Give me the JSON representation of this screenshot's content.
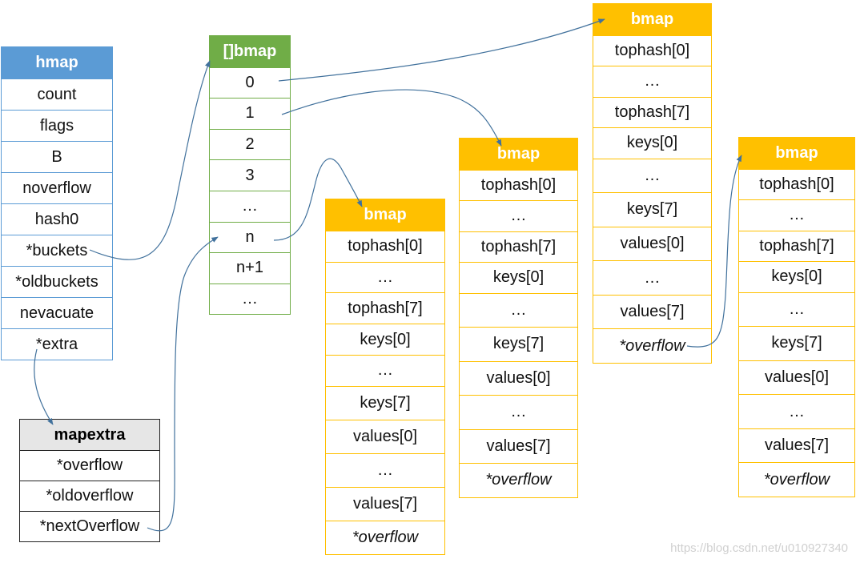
{
  "hmap": {
    "title": "hmap",
    "fields": [
      "count",
      "flags",
      "B",
      "noverflow",
      "hash0",
      "*buckets",
      "*oldbuckets",
      "nevacuate",
      "*extra"
    ]
  },
  "mapextra": {
    "title": "mapextra",
    "fields": [
      "*overflow",
      "*oldoverflow",
      "*nextOverflow"
    ]
  },
  "buckets_array": {
    "title": "[]bmap",
    "slots": [
      "0",
      "1",
      "2",
      "3",
      "…",
      "n",
      "n+1",
      "…"
    ]
  },
  "bmaps": [
    {
      "title": "bmap",
      "fields": [
        "tophash[0]",
        "…",
        "tophash[7]",
        "keys[0]",
        "…",
        "keys[7]",
        "values[0]",
        "…",
        "values[7]"
      ],
      "overflow": "*overflow"
    },
    {
      "title": "bmap",
      "fields": [
        "tophash[0]",
        "…",
        "tophash[7]",
        "keys[0]",
        "…",
        "keys[7]",
        "values[0]",
        "…",
        "values[7]"
      ],
      "overflow": "*overflow"
    },
    {
      "title": "bmap",
      "fields": [
        "tophash[0]",
        "…",
        "tophash[7]",
        "keys[0]",
        "…",
        "keys[7]",
        "values[0]",
        "…",
        "values[7]"
      ],
      "overflow": "*overflow"
    },
    {
      "title": "bmap",
      "fields": [
        "tophash[0]",
        "…",
        "tophash[7]",
        "keys[0]",
        "…",
        "keys[7]",
        "values[0]",
        "…",
        "values[7]"
      ],
      "overflow": "*overflow"
    }
  ],
  "colors": {
    "hmap": "#5b9bd5",
    "buckets": "#70ad47",
    "bmap": "#ffc000",
    "mapextra_header": "#e6e6e6",
    "arrow": "#41719c"
  },
  "watermark": "https://blog.csdn.net/u010927340"
}
